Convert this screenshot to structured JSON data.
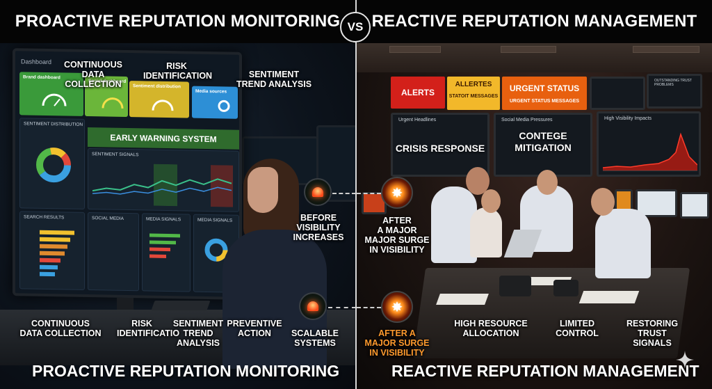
{
  "header": {
    "left_title": "PROACTIVE REPUTATION MONITORING",
    "right_title": "REACTIVE REPUTATION MANAGEMENT",
    "vs": "VS"
  },
  "footer": {
    "left_title": "PROACTIVE REPUTATION MONITORING",
    "right_title": "REACTIVE REPUTATION MANAGEMENT"
  },
  "proactive": {
    "top_labels": [
      "CONTINUOUS\nDATA COLLECTION",
      "RISK\nIDENTIFICATION",
      "SENTIMENT\nTREND ANALYSIS"
    ],
    "dashboard": {
      "title": "Dashboard",
      "tiles": [
        "Brand dashboard",
        "Social dashboard",
        "Sentiment distribution",
        "Media sources"
      ],
      "early_warning": "EARLY WARNING SYSTEM",
      "panels": [
        "SENTIMENT DISTRIBUTION",
        "SENTIMENT SIGNALS",
        "SEARCH RESULTS",
        "SOCIAL MEDIA",
        "MEDIA SIGNALS",
        "MEDIA SIGNALS"
      ]
    },
    "mid_labels": [
      "BEFORE\nVISIBILITY\nINCREASES",
      "SCALABLE\nSYSTEMS"
    ],
    "bottom_labels": [
      "CONTINUOUS\nDATA COLLECTION",
      "RISK\nIDENTIFICATIO",
      "SENTIMENT\nTREND ANALYSIS",
      "PREVENTIVE\nACTION"
    ]
  },
  "reactive": {
    "alerts": {
      "alerts": "ALERTS",
      "allertes": "ALLERTES",
      "statoit": "STATOIT MESSAGES",
      "urgent_status": "URGENT STATUS",
      "urgent_messages": "URGENT STATUS MESSAGES",
      "trust_sub": "OUTSTANDING TRUST PROBLEMS"
    },
    "screens": {
      "crisis": "CRISIS RESPONSE",
      "contege": "CONTEGE\nMITIGATION",
      "crisis_heading": "Urgent Headlines",
      "media_heading": "Social Media Pressures",
      "vis_heading": "High Visibility Impacts"
    },
    "mid_labels": [
      "AFTER\nA MAJOR\nMAJOR SURGE\nIN VISIBILITY",
      "AFTER A\nMAJOR SURGE\nIN VISIBILITY"
    ],
    "bottom_labels": [
      "HIGH RESOURCE\nALLOCATION",
      "LIMITED\nCONTROL",
      "RESTORING\nTRUST SIGNALS"
    ]
  },
  "colors": {
    "proactive_green": "#2f6b2d",
    "alert_red": "#d3201a",
    "alert_yellow": "#f2b82a",
    "urgent_orange": "#e8600f",
    "surge_orange": "#ff9a2e"
  }
}
